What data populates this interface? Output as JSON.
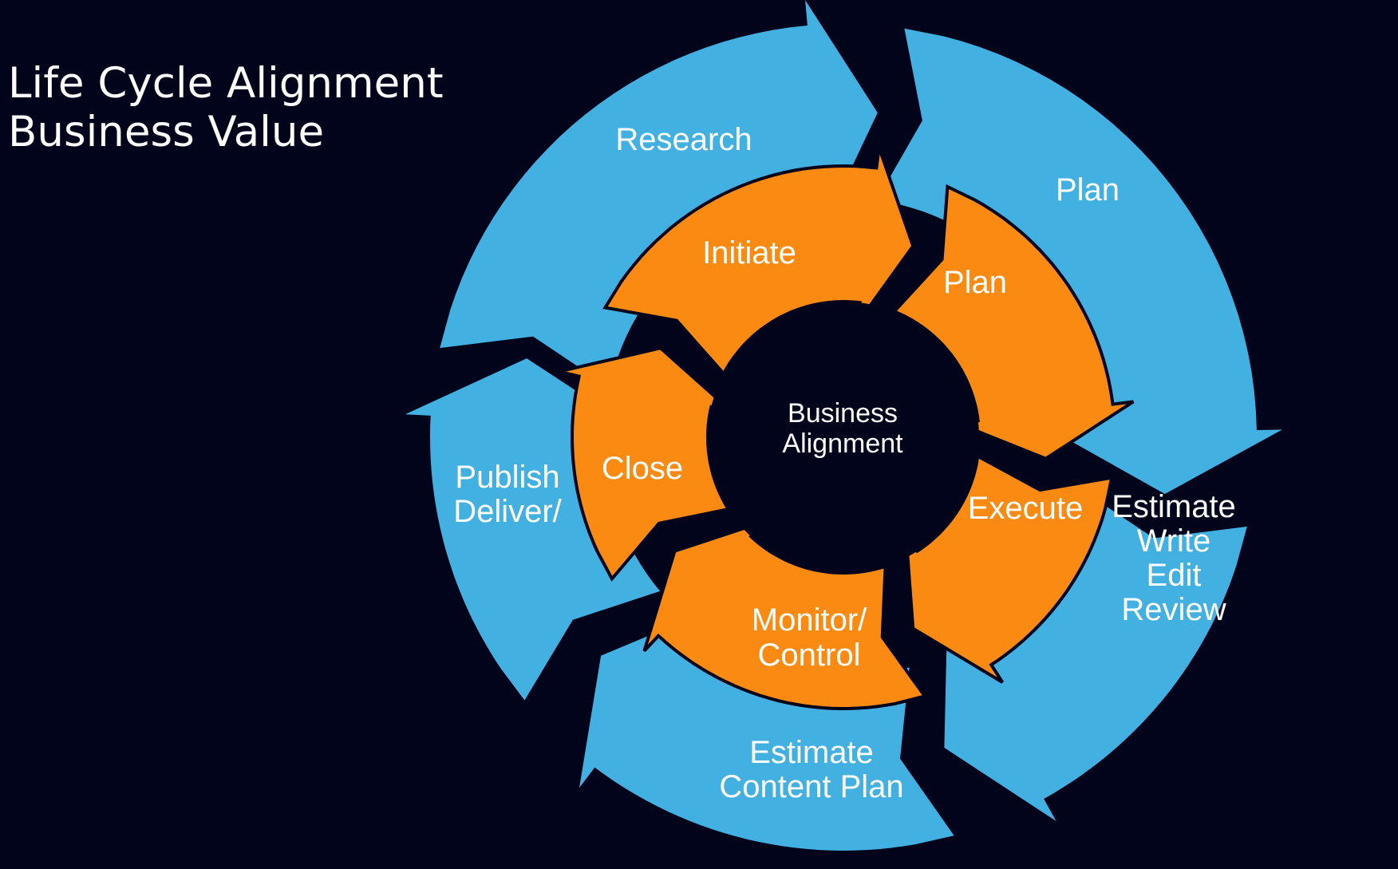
{
  "title": {
    "line1": "Life Cycle Alignment",
    "line2": "Business Value"
  },
  "colors": {
    "background": "#01041a",
    "outer_ring": "#43b0e2",
    "inner_ring": "#fb8a12",
    "text": "#ffffff"
  },
  "center": {
    "line1": "Business",
    "line2": "Alignment"
  },
  "outer_cycle": {
    "research": [
      "Research"
    ],
    "plan": [
      "Plan"
    ],
    "write": [
      "Estimate",
      "Write",
      "Edit",
      "Review"
    ],
    "content_plan": [
      "Estimate",
      "Content Plan"
    ],
    "publish": [
      "Publish",
      "Deliver/"
    ]
  },
  "inner_cycle": {
    "initiate": [
      "Initiate"
    ],
    "plan": [
      "Plan"
    ],
    "execute": [
      "Execute"
    ],
    "monitor": [
      "Monitor/",
      "Control"
    ],
    "close": [
      "Close"
    ]
  }
}
